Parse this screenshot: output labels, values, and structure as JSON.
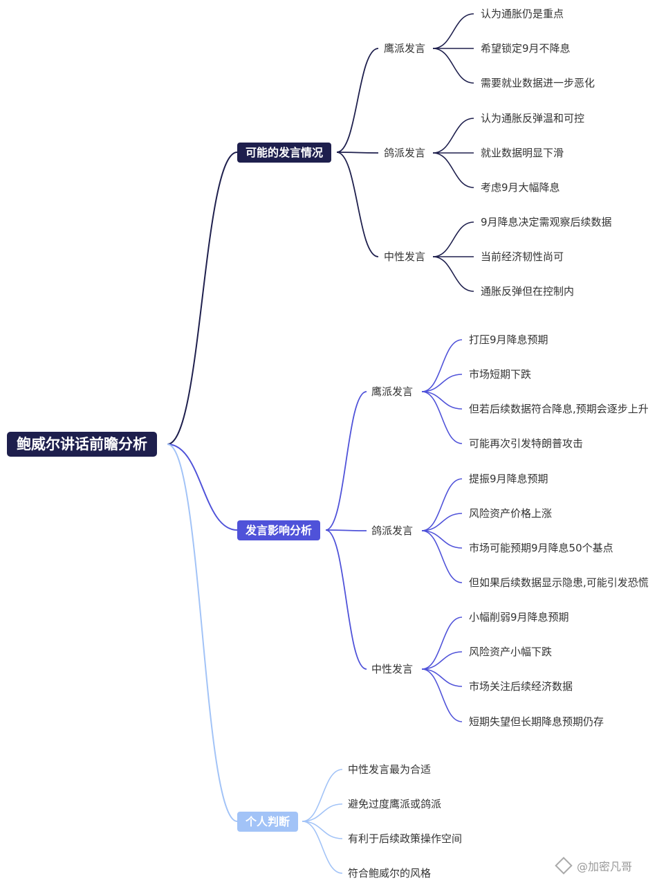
{
  "root": "鲍威尔讲话前瞻分析",
  "branches": [
    {
      "label": "可能的发言情况",
      "color": "#1e1f4d",
      "subs": [
        {
          "label": "鹰派发言",
          "leaves": [
            "认为通胀仍是重点",
            "希望锁定9月不降息",
            "需要就业数据进一步恶化"
          ]
        },
        {
          "label": "鸽派发言",
          "leaves": [
            "认为通胀反弹温和可控",
            "就业数据明显下滑",
            "考虑9月大幅降息"
          ]
        },
        {
          "label": "中性发言",
          "leaves": [
            "9月降息决定需观察后续数据",
            "当前经济韧性尚可",
            "通胀反弹但在控制内"
          ]
        }
      ]
    },
    {
      "label": "发言影响分析",
      "color": "#4f52d9",
      "subs": [
        {
          "label": "鹰派发言",
          "leaves": [
            "打压9月降息预期",
            "市场短期下跌",
            "但若后续数据符合降息,预期会逐步上升",
            "可能再次引发特朗普攻击"
          ]
        },
        {
          "label": "鸽派发言",
          "leaves": [
            "提振9月降息预期",
            "风险资产价格上涨",
            "市场可能预期9月降息50个基点",
            "但如果后续数据显示隐患,可能引发恐慌"
          ]
        },
        {
          "label": "中性发言",
          "leaves": [
            "小幅削弱9月降息预期",
            "风险资产小幅下跌",
            "市场关注后续经济数据",
            "短期失望但长期降息预期仍存"
          ]
        }
      ]
    },
    {
      "label": "个人判断",
      "color": "#a2c3f7",
      "leaves": [
        "中性发言最为合适",
        "避免过度鹰派或鸽派",
        "有利于后续政策操作空间",
        "符合鲍威尔的风格"
      ]
    }
  ],
  "watermark": "@加密凡哥"
}
